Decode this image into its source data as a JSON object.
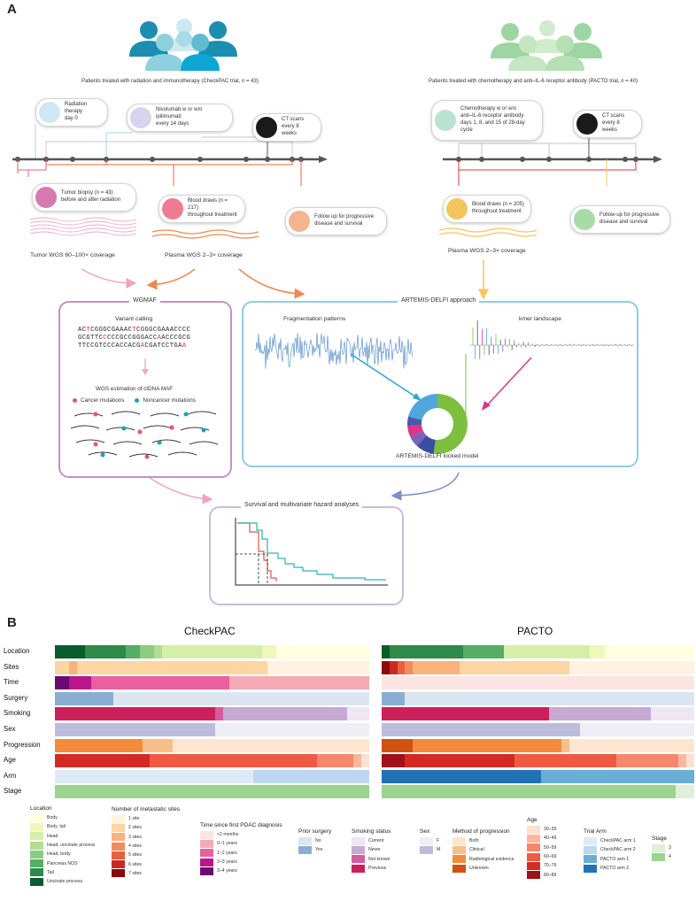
{
  "panel_a": {
    "letter": "A",
    "checkpac": {
      "title_prefix": "Patients treated with radiation and immunotherapy (CheckPAC trial, ",
      "title_n": "n",
      "title_suffix": " = 43)",
      "callouts": {
        "radiation": "Radiation therapy\nday 0",
        "nivolumab": "Nivolumab w or w/o ipilimumab\nevery 14 days",
        "ct": "CT scans\nevery 8 weeks",
        "biopsy": "Tumor biopsy (n = 43)\nbefore and after radiation",
        "blood": "Blood draws (n = 217)\nthroughout treatment",
        "followup": "Follow up for progressive\ndisease and survival"
      },
      "tumor_cov": "Tumor WGS 60–100× coverage",
      "plasma_cov": "Plasma WGS 2–3× coverage"
    },
    "pacto": {
      "title_prefix": "Patients treated with chemotherapy and anti–IL-6 receptor antibody (PACTO trial, ",
      "title_n": "n",
      "title_suffix": " = 40)",
      "callouts": {
        "chemo": "Chemotherapy w or w/o\nanti–IL-6 receptor antibody\ndays 1, 8, and 15 of 28-day cycle",
        "ct": "CT scans\nevery 8 weeks",
        "blood": "Blood draws (n = 205)\nthroughout treatment",
        "followup": "Follow-up for progressive\ndisease and survival"
      },
      "plasma_cov": "Plasma WGS 2–3× coverage"
    },
    "wgmaf": {
      "title": "WGMAF",
      "variant_calling": "Variant calling",
      "seq1": [
        [
          "AC",
          ""
        ],
        [
          "T",
          "red"
        ],
        [
          "CGGGCGAAAC",
          ""
        ],
        [
          "T",
          "red"
        ],
        [
          "CGGGCGAAACCCC",
          ""
        ]
      ],
      "seq2": [
        [
          "GCGTTC",
          ""
        ],
        [
          "C",
          "red"
        ],
        [
          "CCCGCCGGGACC",
          ""
        ],
        [
          "A",
          "red"
        ],
        [
          "ACCCGCG",
          ""
        ]
      ],
      "seq3": [
        [
          "TTCCGTCCCACCACG",
          ""
        ],
        [
          "A",
          "red"
        ],
        [
          "CGATCCTGA",
          ""
        ],
        [
          "A",
          "red"
        ]
      ],
      "estimation": "WGS estimation of ctDNA MAF",
      "cancer_label": "Cancer mutations",
      "noncancer_label": "Noncancer mutations"
    },
    "artemis": {
      "title": "ARTEMIS-DELFI approach",
      "fragmentation": "Fragmentation patterns",
      "kmer": "kmer landscape",
      "locked_model": "ARTEMIS-DELFI locked model",
      "donut": [
        {
          "value": 52,
          "color": "#7dbf3f"
        },
        {
          "value": 10,
          "color": "#3b4fa0"
        },
        {
          "value": 6,
          "color": "#7a63b8"
        },
        {
          "value": 6,
          "color": "#e0338a"
        },
        {
          "value": 5,
          "color": "#4a5aa8"
        },
        {
          "value": 21,
          "color": "#4fa7dc"
        }
      ]
    },
    "survival": {
      "title": "Survival and multivariate hazard analyses"
    }
  },
  "panel_b": {
    "letter": "B",
    "checkpac_title": "CheckPAC",
    "pacto_title": "PACTO",
    "row_labels": [
      "Location",
      "Sites",
      "Time",
      "Surgery",
      "Smoking",
      "Sex",
      "Progression",
      "Age",
      "Arm",
      "Stage"
    ]
  },
  "chart_data": {
    "type": "stacked-bar",
    "cohorts": [
      {
        "name": "CheckPAC",
        "rows": {
          "Location": [
            [
              "Uncinate process",
              0.095
            ],
            [
              "Tail",
              0.13
            ],
            [
              "Pancreas NOS",
              0.045
            ],
            [
              "Head, body",
              0.045
            ],
            [
              "Head, uncinate process",
              0.025
            ],
            [
              "Head",
              0.32
            ],
            [
              "Body, tail",
              0.045
            ],
            [
              "Body",
              0.295
            ]
          ],
          "Sites": [
            [
              "2 sites",
              0.045
            ],
            [
              "3 sites",
              0.025
            ],
            [
              "2 sites",
              0.605
            ],
            [
              "1 site",
              0.325
            ]
          ],
          "Time": [
            [
              "3–4 years",
              0.045
            ],
            [
              "2–3 years",
              0.07
            ],
            [
              "1–2 years",
              0.44
            ],
            [
              "0–1 years",
              0.445
            ]
          ],
          "Surgery": [
            [
              "Yes",
              0.185
            ],
            [
              "No",
              0.815
            ]
          ],
          "Smoking": [
            [
              "Previous",
              0.51
            ],
            [
              "Not known",
              0.025
            ],
            [
              "Never",
              0.395
            ],
            [
              "Current",
              0.07
            ]
          ],
          "Sex": [
            [
              "M",
              0.51
            ],
            [
              "F",
              0.49
            ]
          ],
          "Progression": [
            [
              "Radiological evidence",
              0.28
            ],
            [
              "Clinical",
              0.095
            ],
            [
              "Both",
              0.625
            ]
          ],
          "Age": [
            [
              "70–79",
              0.3
            ],
            [
              "60–69",
              0.535
            ],
            [
              "50–59",
              0.115
            ],
            [
              "40–49",
              0.025
            ],
            [
              "30–39",
              0.025
            ]
          ],
          "Arm": [
            [
              "CheckPAC arm 1",
              0.63
            ],
            [
              "CheckPAC arm 2",
              0.37
            ]
          ],
          "Stage": [
            [
              "4",
              1.0
            ]
          ]
        }
      },
      {
        "name": "PACTO",
        "rows": {
          "Location": [
            [
              "Uncinate process",
              0.025
            ],
            [
              "Tail",
              0.235
            ],
            [
              "Pancreas NOS",
              0.13
            ],
            [
              "Head",
              0.275
            ],
            [
              "Body, tail",
              0.05
            ],
            [
              "Body",
              0.285
            ]
          ],
          "Sites": [
            [
              "7 sites",
              0.025
            ],
            [
              "6 sites",
              0.025
            ],
            [
              "5 sites",
              0.025
            ],
            [
              "4 sites",
              0.025
            ],
            [
              "3 sites",
              0.15
            ],
            [
              "2 sites",
              0.35
            ],
            [
              "1 site",
              0.4
            ]
          ],
          "Time": [
            [
              "<2 months",
              1.0
            ]
          ],
          "Surgery": [
            [
              "Yes",
              0.075
            ],
            [
              "No",
              0.925
            ]
          ],
          "Smoking": [
            [
              "Previous",
              0.535
            ],
            [
              "Never",
              0.325
            ],
            [
              "Current",
              0.14
            ]
          ],
          "Sex": [
            [
              "M",
              0.635
            ],
            [
              "F",
              0.365
            ]
          ],
          "Progression": [
            [
              "Unknown",
              0.1
            ],
            [
              "Radiological evidence",
              0.475
            ],
            [
              "Clinical",
              0.025
            ],
            [
              "Both",
              0.4
            ]
          ],
          "Age": [
            [
              "80–89",
              0.075
            ],
            [
              "70–79",
              0.35
            ],
            [
              "60–69",
              0.325
            ],
            [
              "50–59",
              0.2
            ],
            [
              "40–49",
              0.025
            ],
            [
              "30–39",
              0.025
            ]
          ],
          "Arm": [
            [
              "PACTO arm 2",
              0.51
            ],
            [
              "PACTO arm 1",
              0.49
            ]
          ],
          "Stage": [
            [
              "4",
              0.94
            ],
            [
              "3",
              0.06
            ]
          ]
        }
      }
    ]
  },
  "legends": [
    {
      "title": "Location",
      "items": [
        [
          "Body",
          "#ffffe0"
        ],
        [
          "Body, tail",
          "#eef8b8"
        ],
        [
          "Head",
          "#d5efa8"
        ],
        [
          "Head, uncinate process",
          "#b2dd92"
        ],
        [
          "Head, body",
          "#8bcc7f"
        ],
        [
          "Pancreas NOS",
          "#55ad66"
        ],
        [
          "Tail",
          "#2d8a48"
        ],
        [
          "Uncinate process",
          "#0b5c2d"
        ]
      ]
    },
    {
      "title": "Number of metastatic sites",
      "items": [
        [
          "1 site",
          "#fff2de"
        ],
        [
          "2 sites",
          "#fbd6a2"
        ],
        [
          "3 sites",
          "#f9b27b"
        ],
        [
          "4 sites",
          "#f48b5a"
        ],
        [
          "5 sites",
          "#e8603f"
        ],
        [
          "6 sites",
          "#c92b22"
        ],
        [
          "7 sites",
          "#8c0a0a"
        ]
      ]
    },
    {
      "title": "Time since first PDAC diagnosis",
      "items": [
        [
          "<2 months",
          "#fbe4e1"
        ],
        [
          "0–1 years",
          "#f5a9b5"
        ],
        [
          "1–2 years",
          "#ea5f9e"
        ],
        [
          "2–3 years",
          "#b9168e"
        ],
        [
          "3–4 years",
          "#6b0a72"
        ]
      ]
    },
    {
      "title": "Prior surgery",
      "items": [
        [
          "No",
          "#dce6f1"
        ],
        [
          "Yes",
          "#8aaed2"
        ]
      ]
    },
    {
      "title": "Smoking status",
      "items": [
        [
          "Current",
          "#ece7f2"
        ],
        [
          "Never",
          "#c7a9d4"
        ],
        [
          "Not known",
          "#d85ba0"
        ],
        [
          "Previous",
          "#cc1f5c"
        ]
      ]
    },
    {
      "title": "Sex",
      "items": [
        [
          "F",
          "#efedf5"
        ],
        [
          "M",
          "#bcbddc"
        ]
      ]
    },
    {
      "title": "Method of progression",
      "items": [
        [
          "Both",
          "#fde6cf"
        ],
        [
          "Clinical",
          "#f9bf8a"
        ],
        [
          "Radiological evidence",
          "#f48a3a"
        ],
        [
          "Unknown",
          "#d0530f"
        ]
      ]
    },
    {
      "title": "Age",
      "items": [
        [
          "30–39",
          "#fde0d0"
        ],
        [
          "40–49",
          "#fbb79b"
        ],
        [
          "50–59",
          "#f7876b"
        ],
        [
          "60–69",
          "#f05a43"
        ],
        [
          "70–79",
          "#d42a24"
        ],
        [
          "80–89",
          "#a0111b"
        ]
      ]
    },
    {
      "title": "Trial Arm",
      "items": [
        [
          "CheckPAC arm 1",
          "#deebf7"
        ],
        [
          "CheckPAC arm 2",
          "#bdd7ee"
        ],
        [
          "PACTO arm 1",
          "#6aaed6"
        ],
        [
          "PACTO arm 2",
          "#2171b5"
        ]
      ]
    },
    {
      "title": "Stage",
      "items": [
        [
          "3",
          "#dff0d8"
        ],
        [
          "4",
          "#9ad48e"
        ]
      ]
    }
  ],
  "colors": {
    "pink_arrow": "#f0a3c2",
    "orange_arrow": "#ee8a4e",
    "yellow_arrow": "#f6c65a",
    "blue_arrow": "#7a8fcc",
    "wgmaf_border": "#c490c6",
    "artemis_border": "#8fcde6",
    "survival_border": "#c6bde0"
  }
}
